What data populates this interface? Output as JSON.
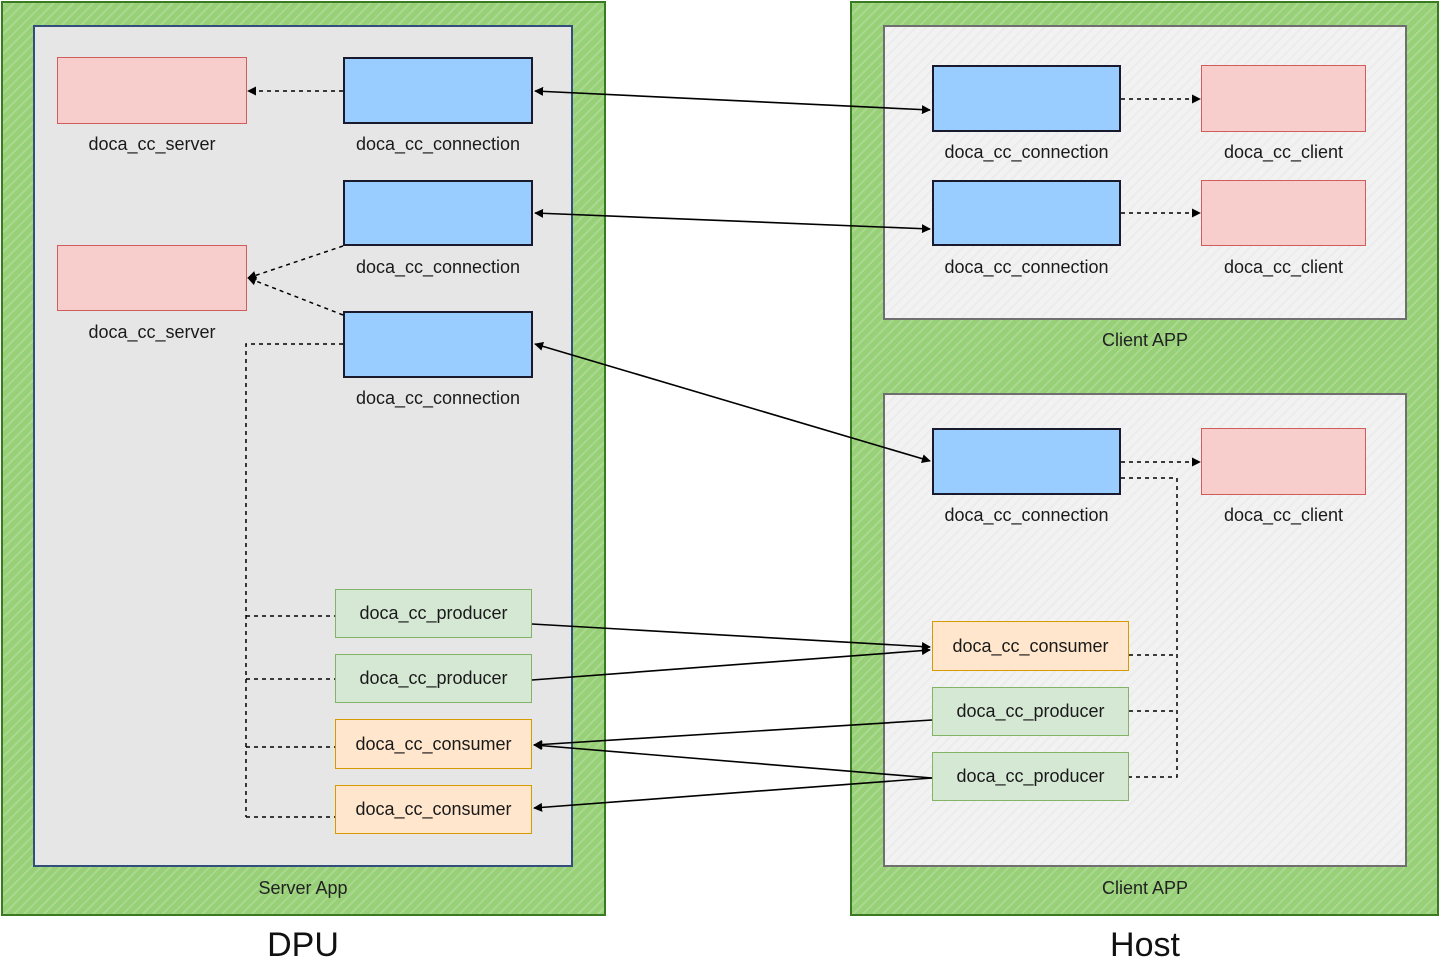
{
  "dpu": {
    "caption": "DPU",
    "app_label": "Server App",
    "servers": [
      "doca_cc_server",
      "doca_cc_server"
    ],
    "connections": [
      "doca_cc_connection",
      "doca_cc_connection",
      "doca_cc_connection"
    ],
    "producers": [
      "doca_cc_producer",
      "doca_cc_producer"
    ],
    "consumers": [
      "doca_cc_consumer",
      "doca_cc_consumer"
    ]
  },
  "host": {
    "caption": "Host",
    "client_app_1": {
      "label": "Client APP",
      "connections": [
        "doca_cc_connection",
        "doca_cc_connection"
      ],
      "clients": [
        "doca_cc_client",
        "doca_cc_client"
      ]
    },
    "client_app_2": {
      "label": "Client APP",
      "connection": "doca_cc_connection",
      "client": "doca_cc_client",
      "consumer": "doca_cc_consumer",
      "producers": [
        "doca_cc_producer",
        "doca_cc_producer"
      ]
    }
  },
  "colors": {
    "host_area": "#97d077",
    "server_block": "#f8cecc",
    "connection_block": "#99ccff",
    "producer_block": "#d5e8d4",
    "consumer_block": "#ffe6cc"
  }
}
